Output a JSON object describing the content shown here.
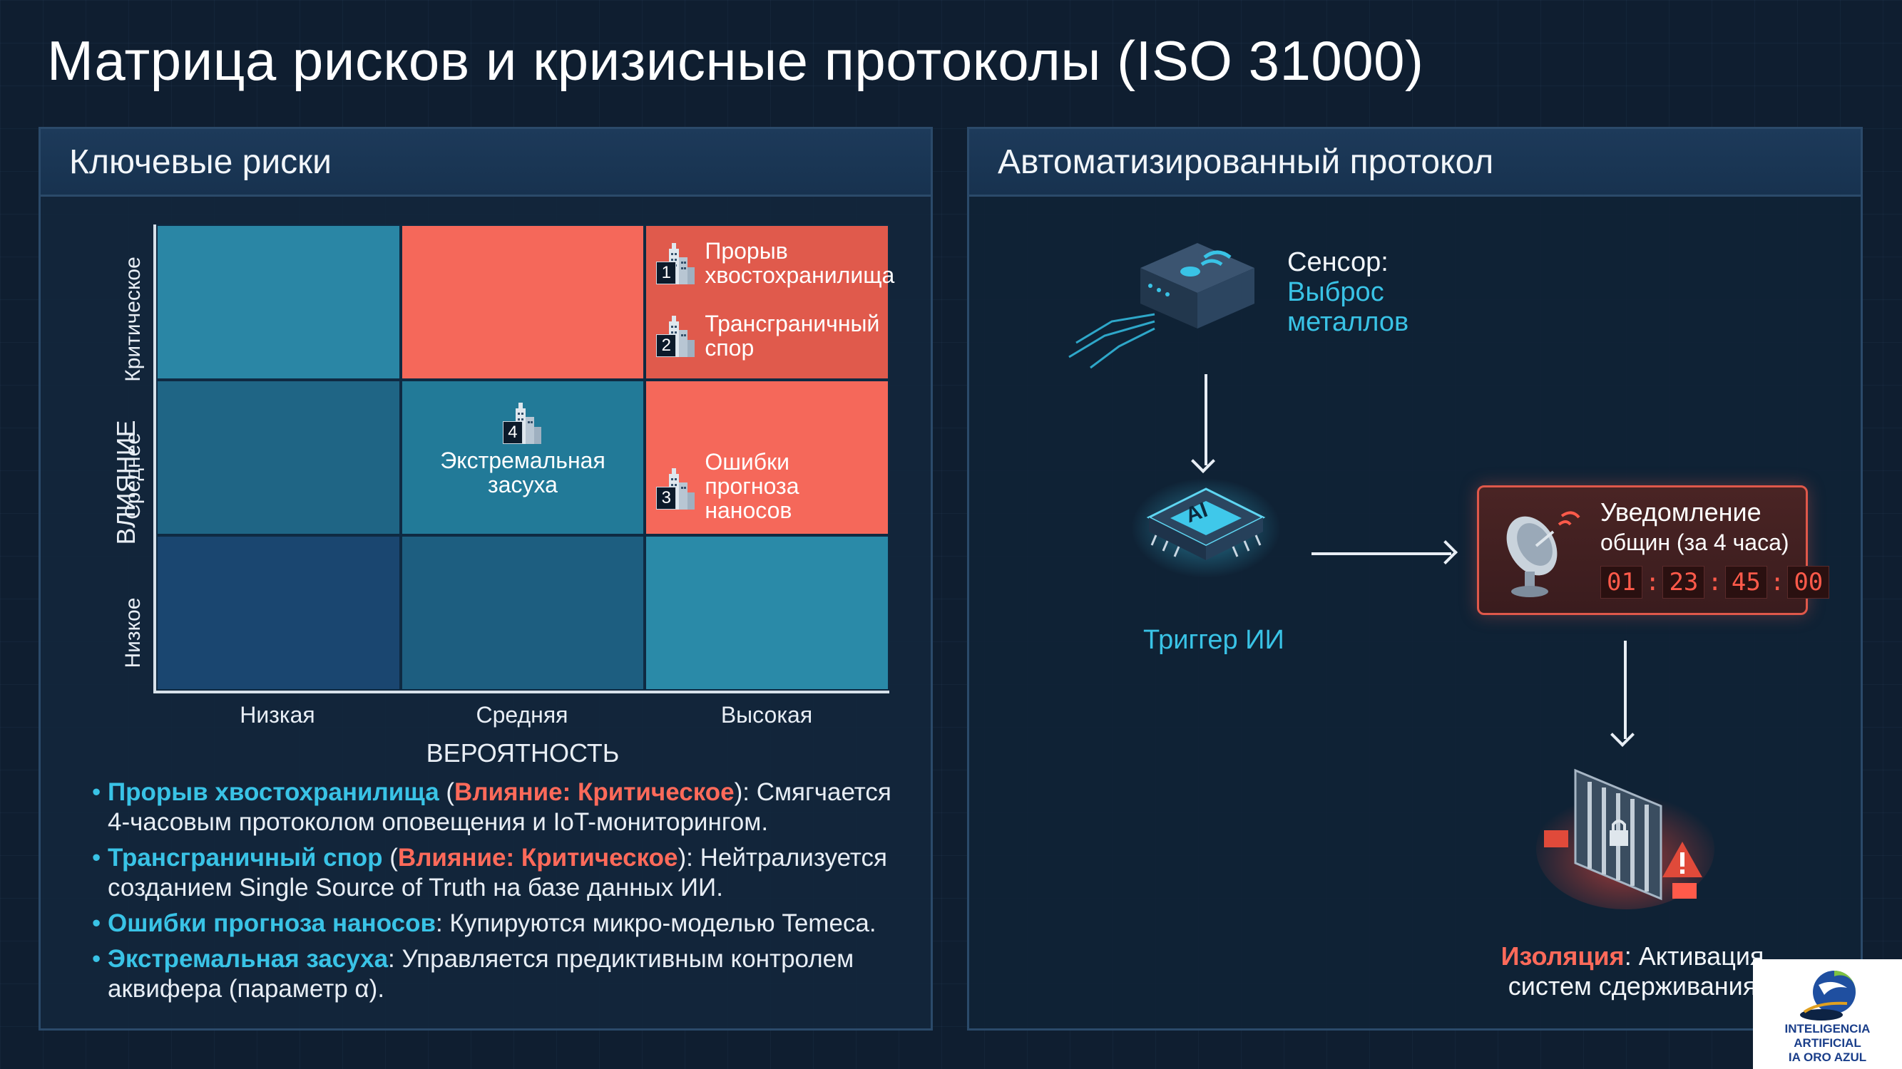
{
  "title": "Матрица рисков и кризисные протоколы (ISO 31000)",
  "left_panel": {
    "header": "Ключевые риски",
    "matrix": {
      "y_axis_title": "ВЛИЯНИЕ",
      "x_axis_title": "ВЕРОЯТНОСТЬ",
      "y_levels": [
        "Критическое",
        "Среднее",
        "Низкое"
      ],
      "x_levels": [
        "Низкая",
        "Средняя",
        "Высокая"
      ],
      "cell_colors": [
        [
          "#2a86a5",
          "#f5685a",
          "#e05a4c"
        ],
        [
          "#1f6585",
          "#227a98",
          "#f5685a"
        ],
        [
          "#1a4670",
          "#1d5e80",
          "#2a8aa8"
        ]
      ],
      "risks": [
        {
          "num": "1",
          "label_line1": "Прорыв",
          "label_line2": "хвостохранилища"
        },
        {
          "num": "2",
          "label_line1": "Трансграничный",
          "label_line2": "спор"
        },
        {
          "num": "3",
          "label_line1": "Ошибки",
          "label_line2": "прогноза",
          "label_line3": "наносов"
        },
        {
          "num": "4",
          "label_line1": "Экстремальная",
          "label_line2": "засуха"
        }
      ]
    },
    "bullets": [
      {
        "name": "Прорыв хвостохранилища",
        "impact": "Влияние: Критическое",
        "text": ": Смягчается 4-часовым протоколом оповещения и IoT-мониторингом."
      },
      {
        "name": "Трансграничный спор",
        "impact": "Влияние: Критическое",
        "text": ": Нейтрализуется созданием Single Source of Truth на базе данных ИИ."
      },
      {
        "name": "Ошибки прогноза наносов",
        "text": ": Купируются микро-моделью Temeca."
      },
      {
        "name": "Экстремальная засуха",
        "text": ": Управляется предиктивным контролем аквифера (параметр α)."
      }
    ]
  },
  "right_panel": {
    "header": "Автоматизированный протокол",
    "sensor_label": "Сенсор:",
    "sensor_value_line1": "Выброс",
    "sensor_value_line2": "металлов",
    "ai_chip_text": "AI",
    "trigger_label": "Триггер ИИ",
    "notification_line1": "Уведомление",
    "notification_line2": "общин (за 4 часа)",
    "timer": [
      "01",
      "23",
      "45",
      "00"
    ],
    "isolation_label": "Изоляция",
    "isolation_text_line1": ": Активация",
    "isolation_text_line2": "систем сдерживания"
  },
  "logo": {
    "line1": "INTELIGENCIA ARTIFICIAL",
    "line2": "IA ORO AZUL"
  },
  "colors": {
    "accent_cyan": "#39c3e6",
    "accent_red": "#ff6a5a",
    "panel_bg": "#12263c"
  }
}
